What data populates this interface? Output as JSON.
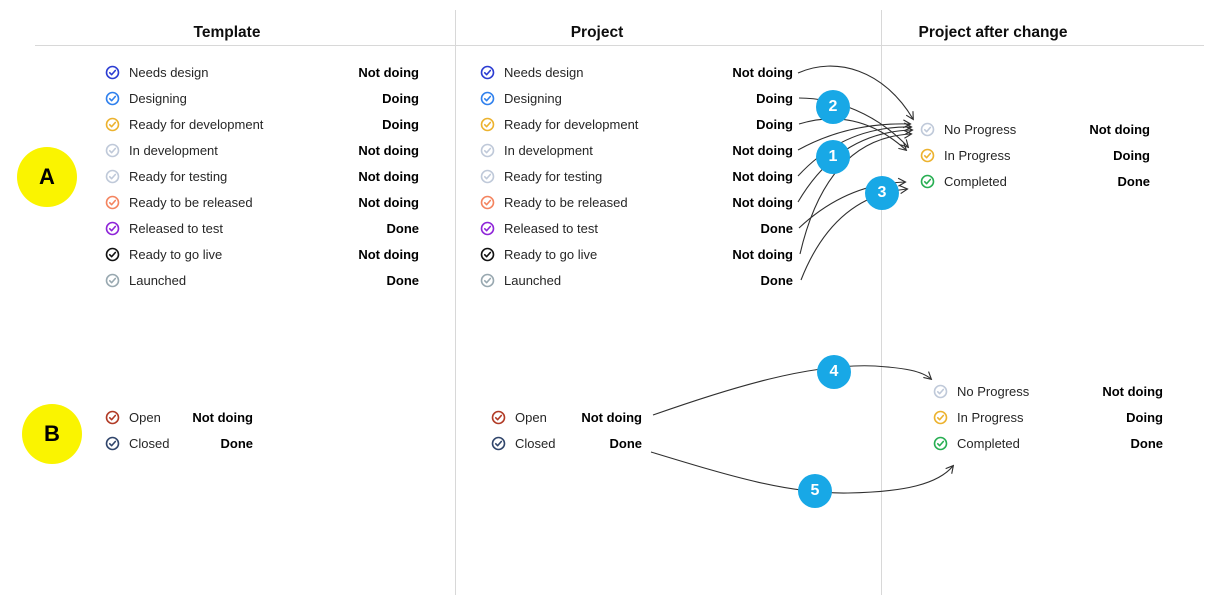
{
  "headers": {
    "template": "Template",
    "project": "Project",
    "after": "Project after change"
  },
  "markers": {
    "a": "A",
    "b": "B"
  },
  "badges": [
    "1",
    "2",
    "3",
    "4",
    "5"
  ],
  "sections": {
    "a": {
      "statuses": [
        {
          "label": "Needs design",
          "value": "Not doing",
          "color": "#2B3CD2"
        },
        {
          "label": "Designing",
          "value": "Doing",
          "color": "#2F80ED"
        },
        {
          "label": "Ready for development",
          "value": "Doing",
          "color": "#ECB22E"
        },
        {
          "label": "In development",
          "value": "Not doing",
          "color": "#BFC9D9"
        },
        {
          "label": "Ready for testing",
          "value": "Not doing",
          "color": "#BFC9D9"
        },
        {
          "label": "Ready to be released",
          "value": "Not doing",
          "color": "#F4845F"
        },
        {
          "label": "Released to test",
          "value": "Done",
          "color": "#8E24D8"
        },
        {
          "label": "Ready to go live",
          "value": "Not doing",
          "color": "#111111"
        },
        {
          "label": "Launched",
          "value": "Done",
          "color": "#98A8B0"
        }
      ]
    },
    "b": {
      "statuses": [
        {
          "label": "Open",
          "value": "Not doing",
          "color": "#B13A25"
        },
        {
          "label": "Closed",
          "value": "Done",
          "color": "#30456B"
        }
      ]
    }
  },
  "after_statuses": [
    {
      "label": "No Progress",
      "value": "Not doing",
      "color": "#BFC9D9"
    },
    {
      "label": "In Progress",
      "value": "Doing",
      "color": "#ECB22E"
    },
    {
      "label": "Completed",
      "value": "Done",
      "color": "#27AE52"
    }
  ],
  "mappings": [
    {
      "badge": "1",
      "from": "Not doing",
      "to": "No Progress"
    },
    {
      "badge": "2",
      "from": "Doing",
      "to": "In Progress"
    },
    {
      "badge": "3",
      "from": "Done",
      "to": "Completed"
    },
    {
      "badge": "4",
      "from": "Open (Not doing)",
      "to": "No Progress"
    },
    {
      "badge": "5",
      "from": "Closed (Done)",
      "to": "Completed"
    }
  ],
  "colors": {
    "badge": "#18A8E6",
    "marker": "#FAF400",
    "divider": "#D8D8D8",
    "arrow": "#2F2F2F"
  }
}
